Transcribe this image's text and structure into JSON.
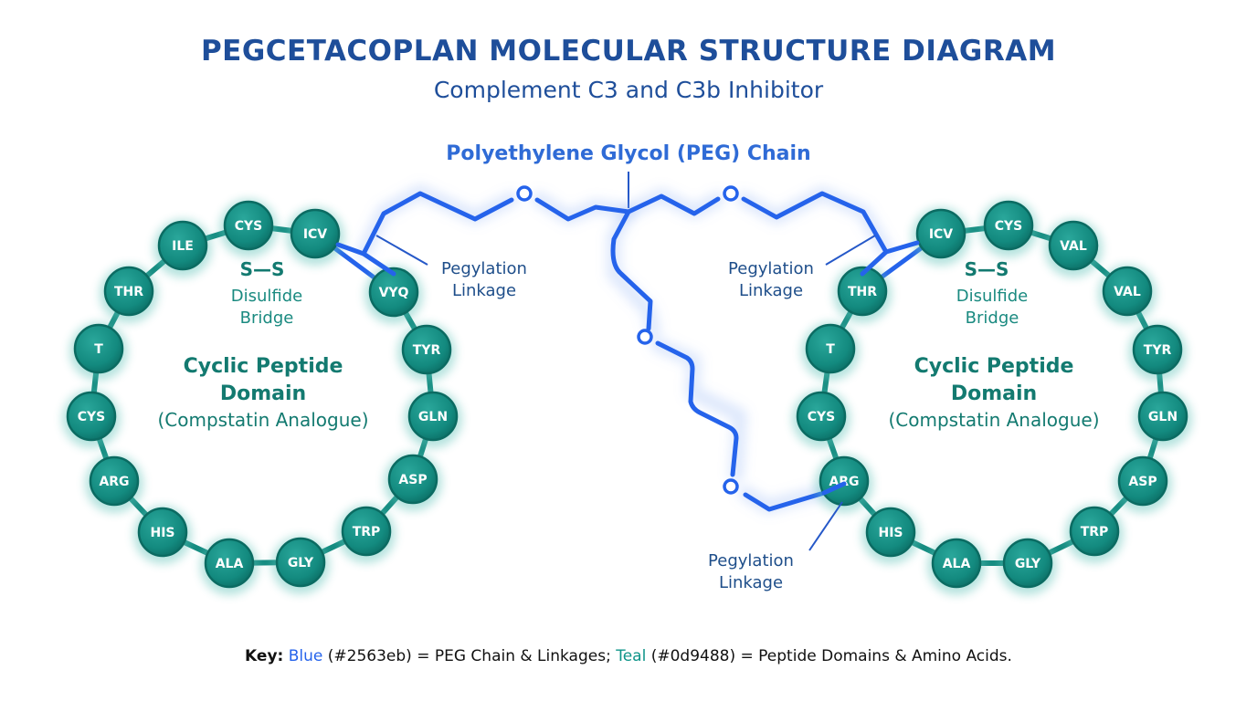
{
  "header": {
    "title": "PEGCETACOPLAN MOLECULAR STRUCTURE DIAGRAM",
    "subtitle": "Complement C3 and C3b Inhibitor"
  },
  "peg": {
    "title": "Polyethylene Glycol (PEG) Chain",
    "oxygen_symbol": "O",
    "linkage_label_line1": "Pegylation",
    "linkage_label_line2": "Linkage"
  },
  "domains": [
    {
      "id": "left",
      "title_line1": "Cyclic Peptide",
      "title_line2": "Domain",
      "subtitle": "(Compstatin Analogue)",
      "disulfide_symbol": "S—S",
      "disulfide_line1": "Disulfide",
      "disulfide_line2": "Bridge",
      "residues": [
        "ICV",
        "CYS",
        "ILE",
        "THR",
        "T",
        "CYS",
        "ARG",
        "HIS",
        "ALA",
        "GLY",
        "TRP",
        "ASP",
        "GLN",
        "TYR",
        "VYQ"
      ],
      "pegylation_site": "between ICV and VYQ"
    },
    {
      "id": "right",
      "title_line1": "Cyclic Peptide",
      "title_line2": "Domain",
      "subtitle": "(Compstatin Analogue)",
      "disulfide_symbol": "S—S",
      "disulfide_line1": "Disulfide",
      "disulfide_line2": "Bridge",
      "residues": [
        "ICV",
        "CYS",
        "VAL",
        "VAL",
        "TYR",
        "GLN",
        "ASP",
        "TRP",
        "GLY",
        "ALA",
        "HIS",
        "ARG",
        "CYS",
        "T",
        "THR"
      ],
      "pegylation_sites": [
        "between THR and ICV",
        "ARG"
      ]
    }
  ],
  "key": {
    "label": "Key:",
    "blue_word": "Blue",
    "blue_desc": " (#2563eb) = PEG Chain & Linkages; ",
    "teal_word": "Teal",
    "teal_desc": " (#0d9488) = Peptide Domains & Amino Acids."
  },
  "colors": {
    "peg_blue": "#2563eb",
    "peptide_teal": "#0d9488",
    "title_navy": "#1e4e9a"
  }
}
